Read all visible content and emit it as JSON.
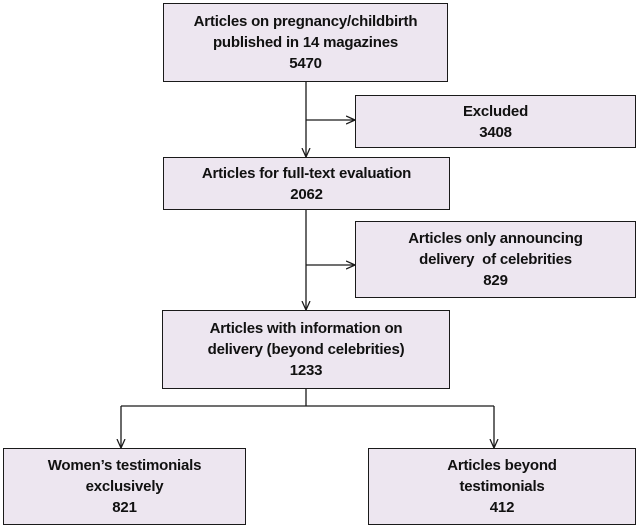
{
  "flowchart": {
    "source": {
      "lines": [
        "Articles on pregnancy/childbirth",
        "published in 14 magazines"
      ],
      "count": "5470"
    },
    "excluded": {
      "lines": [
        "Excluded"
      ],
      "count": "3408"
    },
    "full_text": {
      "lines": [
        "Articles for full-text evaluation"
      ],
      "count": "2062"
    },
    "celebrities": {
      "lines": [
        "Articles only announcing",
        "delivery  of celebrities"
      ],
      "count": "829"
    },
    "delivery_info": {
      "lines": [
        "Articles with information on",
        "delivery (beyond celebrities)"
      ],
      "count": "1233"
    },
    "testimonials": {
      "lines": [
        "Women’s testimonials",
        "exclusively"
      ],
      "count": "821"
    },
    "beyond_testimonials": {
      "lines": [
        "Articles beyond",
        "testimonials"
      ],
      "count": "412"
    }
  },
  "colors": {
    "box_fill": "#ede6f0",
    "box_border": "#1a1a1a",
    "connector": "#1a1a1a"
  }
}
